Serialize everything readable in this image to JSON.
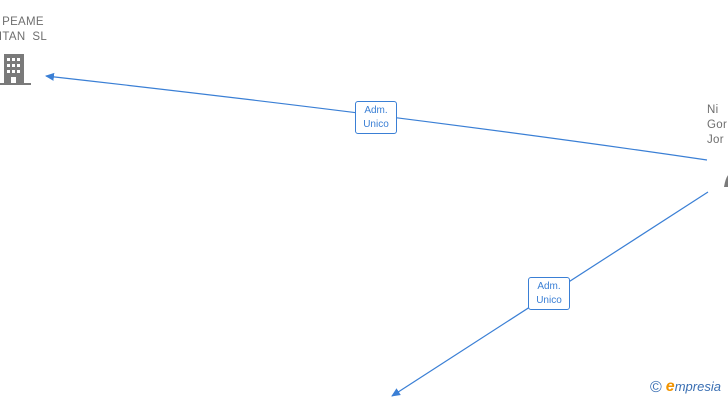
{
  "nodes": {
    "company": {
      "name": "PEAME\nITAN  SL",
      "icon": "building-icon"
    },
    "person": {
      "name": "Ni\nGor\nJor",
      "icon": "person-icon"
    }
  },
  "edges": [
    {
      "from": "person",
      "to": "company",
      "label_line1": "Adm.",
      "label_line2": "Unico"
    },
    {
      "from": "person",
      "to": "offscreen-bottom",
      "label_line1": "Adm.",
      "label_line2": "Unico"
    }
  ],
  "watermark": {
    "copyright_symbol": "©",
    "brand_initial": "e",
    "brand_rest": "mpresia"
  },
  "colors": {
    "edge": "#3a7fd5",
    "icon": "#7a7a7a",
    "label_text": "#6e6e6e",
    "brand_orange": "#f29400"
  }
}
